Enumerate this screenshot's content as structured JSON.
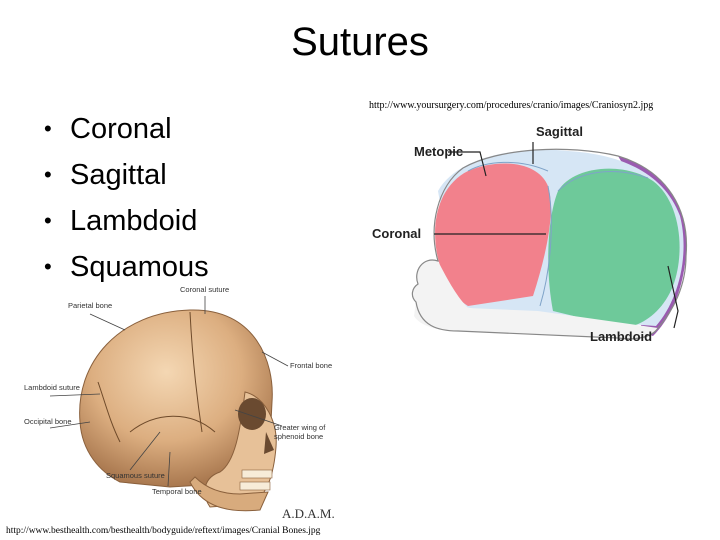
{
  "slide": {
    "title": "Sutures",
    "bullets": [
      "Coronal",
      "Sagittal",
      "Lambdoid",
      "Squamous"
    ],
    "bullet_glyph": "•"
  },
  "figure_right": {
    "source_url": "http://www.yoursurgery.com/procedures/cranio/images/Craniosyn2.jpg",
    "labels": {
      "sagittal": "Sagittal",
      "metopic": "Metopic",
      "coronal": "Coronal",
      "lambdoid": "Lambdoid"
    },
    "colors": {
      "frontal": "#f2818c",
      "parietal": "#6ec99a",
      "suture": "#d6e6f5",
      "occipital": "#9a5bb0",
      "face": "#f3f3f3"
    }
  },
  "figure_left": {
    "source_url": "http://www.besthealth.com/besthealth/bodyguide/reftext/images/Cranial Bones.jpg",
    "labels": {
      "coronal_suture": "Coronal suture",
      "parietal_bone": "Parietal bone",
      "frontal_bone": "Frontal bone",
      "lambdoid_suture": "Lambdoid suture",
      "occipital_bone": "Occipital bone",
      "greater_wing": "Greater wing of",
      "greater_wing_2": "sphenoid bone",
      "squamous_suture": "Squamous suture",
      "temporal_bone": "Temporal bone"
    },
    "logo": "A.D.A.M."
  }
}
